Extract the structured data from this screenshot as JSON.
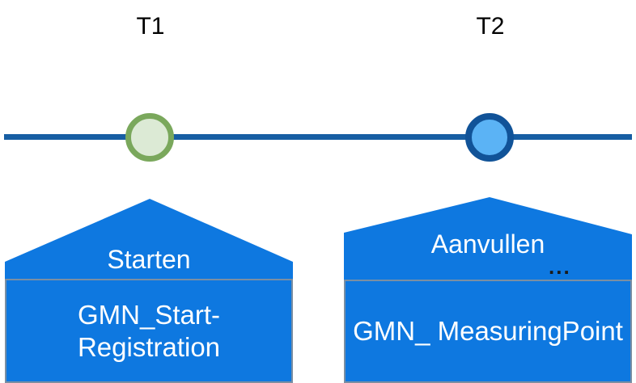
{
  "diagram": {
    "title": "GMN registration timeline",
    "colors": {
      "timeline": "#175EA3",
      "step_fill": "#0E78E0",
      "step_border": "#7B8FA3",
      "t1_ring": "#7AA85C",
      "t1_fill": "#DCEAD5",
      "t2_ring": "#115398",
      "t2_fill": "#5BB3F5",
      "text_on_step": "#FFFFFF",
      "time_label": "#000000"
    },
    "timeline": {
      "name": "timeline-axis"
    },
    "time_points": [
      {
        "id": "t1",
        "label": "T1",
        "marker_icon": "green-circle-marker"
      },
      {
        "id": "t2",
        "label": "T2",
        "marker_icon": "blue-circle-marker"
      }
    ],
    "steps": [
      {
        "id": "start-registration",
        "action": "Starten",
        "object": "GMN_Start-Registration",
        "ellipsis": "",
        "shape": "pentagon-home"
      },
      {
        "id": "measuring-point",
        "action": "Aanvullen",
        "object": "GMN_ MeasuringPoint",
        "ellipsis": "...",
        "shape": "pentagon-home"
      }
    ]
  }
}
